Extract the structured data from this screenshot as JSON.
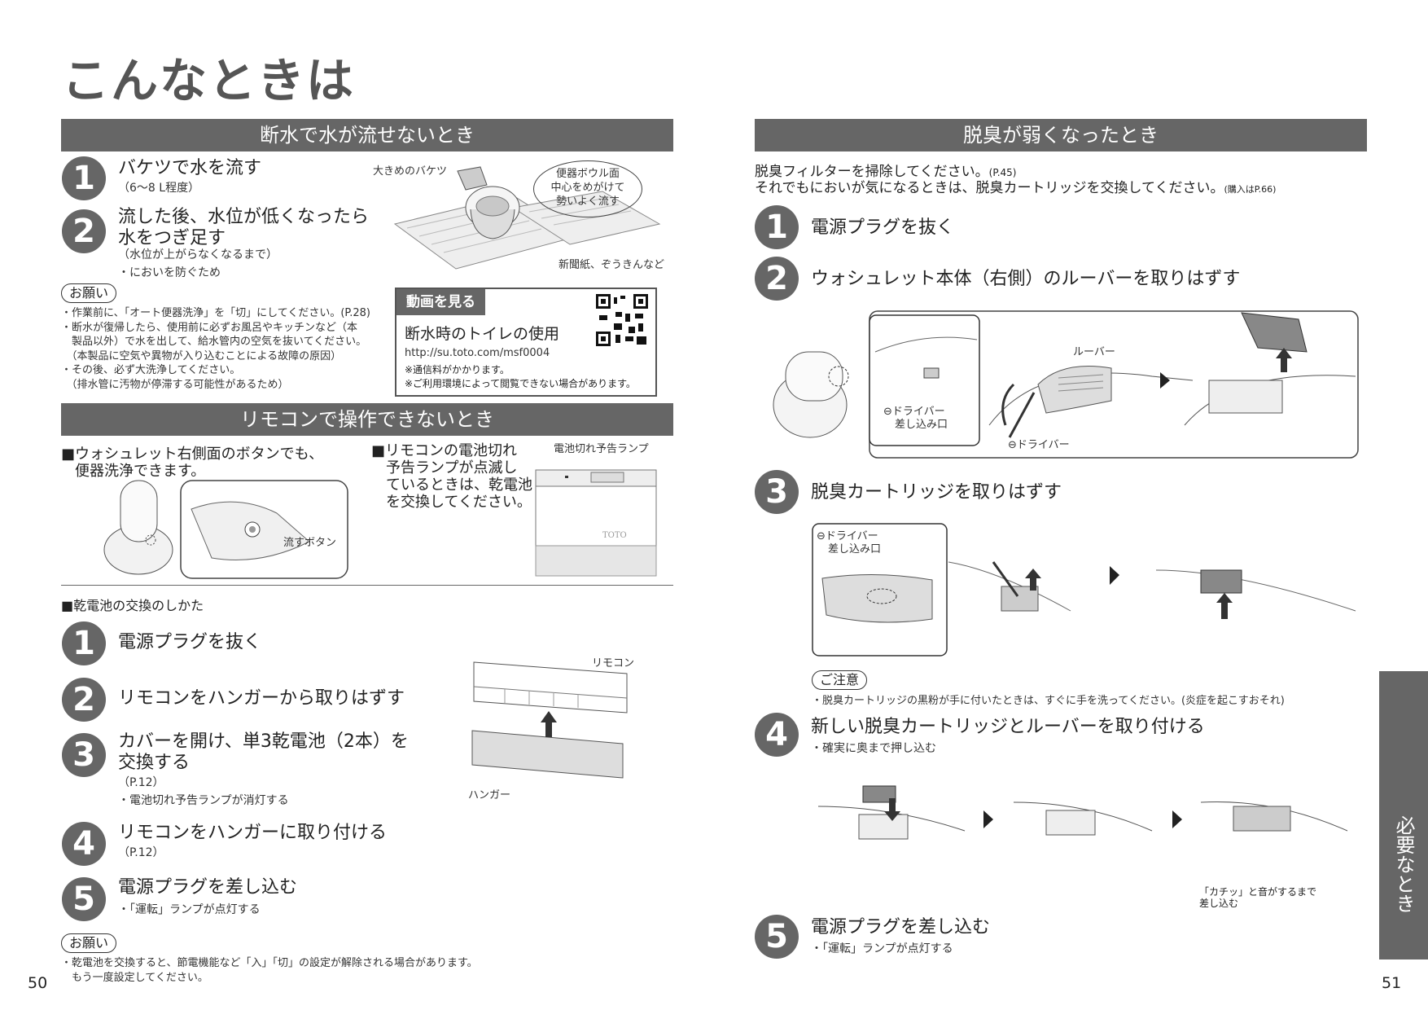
{
  "title": "こんなときは",
  "left": {
    "section1": {
      "bar": "断水で水が流せないとき",
      "steps": [
        {
          "num": "1",
          "text": "バケツで水を流す",
          "sub": "（6～8 L程度）"
        },
        {
          "num": "2",
          "line1": "流した後、水位が低くなったら",
          "line2": "水をつぎ足す",
          "sub": "（水位が上がらなくなるまで）",
          "note": "・においを防ぐため"
        }
      ],
      "illus": {
        "bucket": "大きめのバケツ",
        "bubble": [
          "便器ボウル面",
          "中心をめがけて",
          "勢いよく流す"
        ],
        "paper": "新聞紙、ぞうきんなど"
      },
      "onegai": "お願い",
      "notes": [
        "・作業前に、「オート便器洗浄」を「切」にしてください。(P.28)",
        "・断水が復帰したら、使用前に必ずお風呂やキッチンなど（本",
        "　製品以外）で水を出して、給水管内の空気を抜いてください。",
        "　（本製品に空気や異物が入り込むことによる故障の原因）",
        "・その後、必ず大洗浄してください。",
        "　（排水管に汚物が停滞する可能性があるため）"
      ],
      "video": {
        "tag": "動画を見る",
        "title": "断水時のトイレの使用",
        "url": "http://su.toto.com/msf0004",
        "n1": "※通信料がかかります。",
        "n2": "※ご利用環境によって閲覧できない場合があります。"
      }
    },
    "section2": {
      "bar": "リモコンで操作できないとき",
      "a1": "■ウォシュレット右側面のボタンでも、",
      "a2": "便器洗浄できます。",
      "flushBtn": "流すボタン",
      "b": [
        "■リモコンの電池切れ",
        "予告ランプが点滅し",
        "ているときは、乾電池",
        "を交換してください。"
      ],
      "lamp": "電池切れ予告ランプ",
      "brand": "TOTO",
      "battTitle": "■乾電池の交換のしかた",
      "steps": [
        {
          "num": "1",
          "text": "電源プラグを抜く"
        },
        {
          "num": "2",
          "text": "リモコンをハンガーから取りはずす"
        },
        {
          "num": "3",
          "line1": "カバーを開け、単3乾電池（2本）を",
          "line2": "交換する",
          "sub": "（P.12）",
          "note": "・電池切れ予告ランプが消灯する"
        },
        {
          "num": "4",
          "text": "リモコンをハンガーに取り付ける",
          "sub": "（P.12）"
        },
        {
          "num": "5",
          "text": "電源プラグを差し込む",
          "note": "・「運転」ランプが点灯する"
        }
      ],
      "remocon": "リモコン",
      "hanger": "ハンガー",
      "onegai": "お願い",
      "notes": [
        "・乾電池を交換すると、節電機能など「入」「切」の設定が解除される場合があります。",
        "　もう一度設定してください。"
      ]
    },
    "page": "50"
  },
  "right": {
    "bar": "脱臭が弱くなったとき",
    "intro1": "脱臭フィルターを掃除してください。",
    "intro1ref": "(P.45)",
    "intro2": "それでもにおいが気になるときは、脱臭カートリッジを交換してください。",
    "intro2ref": "(購入はP.66)",
    "steps": [
      {
        "num": "1",
        "text": "電源プラグを抜く"
      },
      {
        "num": "2",
        "text": "ウォシュレット本体（右側）のルーバーを取りはずす"
      },
      {
        "num": "3",
        "text": "脱臭カートリッジを取りはずす"
      },
      {
        "num": "4",
        "text": "新しい脱臭カートリッジとルーバーを取り付ける",
        "note": "・確実に奥まで押し込む"
      },
      {
        "num": "5",
        "text": "電源プラグを差し込む",
        "note": "・「運転」ランプが点灯する"
      }
    ],
    "labels": {
      "driverSlot1": "⊖ドライバー",
      "driverSlot2": "差し込み口",
      "louver": "ルーバー",
      "driver": "⊖ドライバー",
      "click1": "「カチッ」と音がするまで",
      "click2": "差し込む"
    },
    "caution": "ご注意",
    "cautionNote": "・脱臭カートリッジの黒粉が手に付いたときは、すぐに手を洗ってください。(炎症を起こすおそれ)",
    "sideTab": "必要なとき",
    "page": "51"
  }
}
